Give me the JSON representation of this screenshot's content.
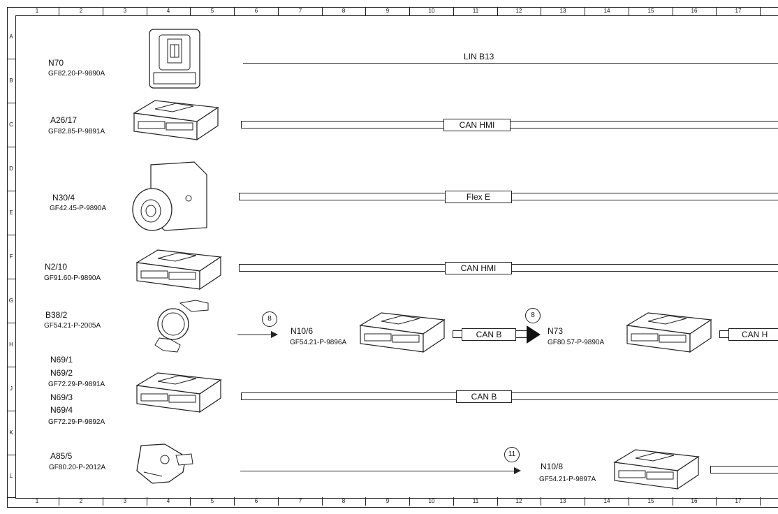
{
  "grid": {
    "columns": [
      "1",
      "2",
      "3",
      "4",
      "5",
      "6",
      "7",
      "8",
      "9",
      "10",
      "11",
      "12",
      "13",
      "14",
      "15",
      "16",
      "17"
    ],
    "rows": [
      "A",
      "B",
      "C",
      "D",
      "E",
      "F",
      "G",
      "H",
      "J",
      "K",
      "L"
    ]
  },
  "components": {
    "n70": {
      "label": "N70",
      "code": "GF82.20-P-9890A"
    },
    "a26_17": {
      "label": "A26/17",
      "code": "GF82.85-P-9891A"
    },
    "n30_4": {
      "label": "N30/4",
      "code": "GF42.45-P-9890A"
    },
    "n2_10": {
      "label": "N2/10",
      "code": "GF91.60-P-9890A"
    },
    "b38_2": {
      "label": "B38/2",
      "code": "GF54.21-P-2005A"
    },
    "n10_6": {
      "label": "N10/6",
      "code": "GF54.21-P-9896A"
    },
    "n73": {
      "label": "N73",
      "code": "GF80.57-P-9890A"
    },
    "n69_1": {
      "label": "N69/1"
    },
    "n69_2": {
      "label": "N69/2",
      "code": "GF72.29-P-9891A"
    },
    "n69_3": {
      "label": "N69/3"
    },
    "n69_4": {
      "label": "N69/4",
      "code": "GF72.29-P-9892A"
    },
    "a85_5": {
      "label": "A85/5",
      "code": "GF80.20-P-2012A"
    },
    "n10_8": {
      "label": "N10/8",
      "code": "GF54.21-P-9897A"
    }
  },
  "buses": {
    "lin_b13": "LIN B13",
    "can_hmi_1": "CAN HMI",
    "flex_e": "Flex E",
    "can_hmi_2": "CAN HMI",
    "can_b_1": "CAN B",
    "can_h_cut": "CAN H",
    "can_b_2": "CAN B"
  },
  "markers": {
    "m1": "8",
    "m2": "8",
    "m3": "11"
  }
}
